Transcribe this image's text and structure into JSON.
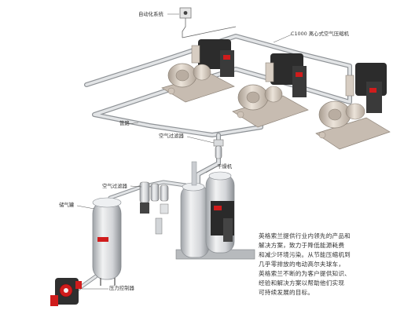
{
  "labels": {
    "automation_system": "自动化系统",
    "compressor": "C1000 离心式空气压缩机",
    "piping": "管路",
    "air_filter_top": "空气过滤器",
    "air_filter_left": "空气过滤器",
    "dryer": "干燥机",
    "air_tank": "储气罐",
    "pressure_controller": "压力控制器"
  },
  "description": [
    "英格索兰提供行业内领先的产品和",
    "解决方案，致力于降低能源耗费",
    "和减少环境污染。从节能压缩机到",
    "几乎零排放的电动高尔夫球车，",
    "英格索兰不断的为客户提供知识、",
    "经验和解决方案以帮助他们实现",
    "可持续发展的目标。"
  ],
  "colors": {
    "pipe": "#c9ccd0",
    "pipe_edge": "#8e9296",
    "machine_body": "#d9cfc4",
    "machine_dark": "#2b2b2b",
    "accent_red": "#d01c1c",
    "tank": "#dadcdf"
  }
}
